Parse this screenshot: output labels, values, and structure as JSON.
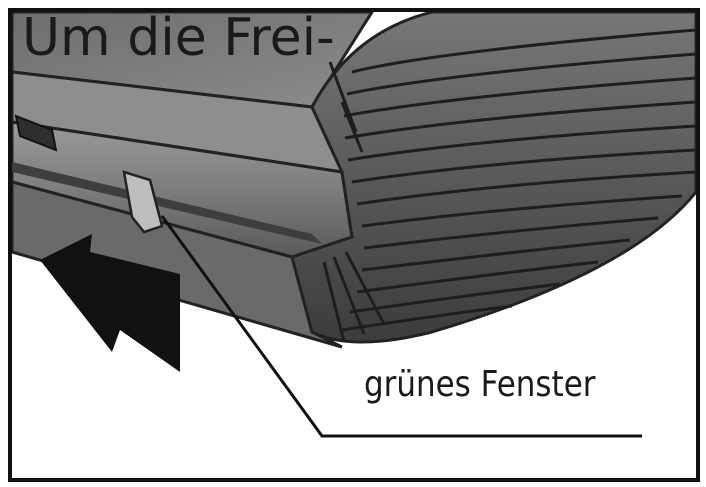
{
  "figure": {
    "top_text": "Um die Frei-",
    "callout_label": "grünes Fenster",
    "icons": {
      "device": "device-illustration",
      "arrow": "direction-arrow-icon"
    },
    "colors": {
      "device_body": "#8a8a8a",
      "device_dark": "#4a4a4a",
      "ribs": "#3a3a3a",
      "line": "#111111",
      "arrow": "#111111"
    }
  }
}
